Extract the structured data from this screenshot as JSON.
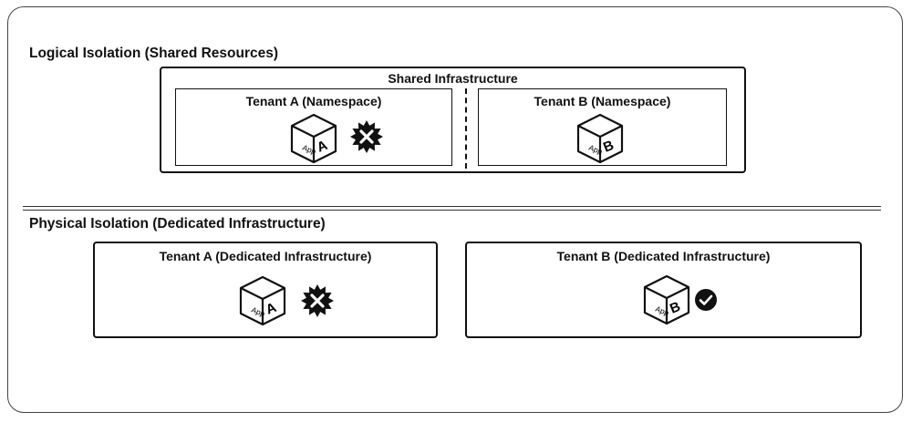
{
  "logical": {
    "title": "Logical Isolation (Shared Resources)",
    "shared_label": "Shared Infrastructure",
    "tenant_a": {
      "label": "Tenant A (Namespace)",
      "app_word": "App",
      "app_letter": "A",
      "status": "compromised"
    },
    "tenant_b": {
      "label": "Tenant B (Namespace)",
      "app_word": "App",
      "app_letter": "B",
      "status": "none"
    }
  },
  "physical": {
    "title": "Physical Isolation (Dedicated Infrastructure)",
    "tenant_a": {
      "label": "Tenant A (Dedicated Infrastructure)",
      "app_word": "App",
      "app_letter": "A",
      "status": "compromised"
    },
    "tenant_b": {
      "label": "Tenant B (Dedicated Infrastructure)",
      "app_word": "App",
      "app_letter": "B",
      "status": "safe"
    }
  },
  "icons": {
    "cube": "app-cube-icon",
    "compromised": "x-starburst-icon",
    "safe": "checkmark-circle-icon"
  },
  "colors": {
    "stroke": "#111111",
    "background": "#ffffff"
  }
}
